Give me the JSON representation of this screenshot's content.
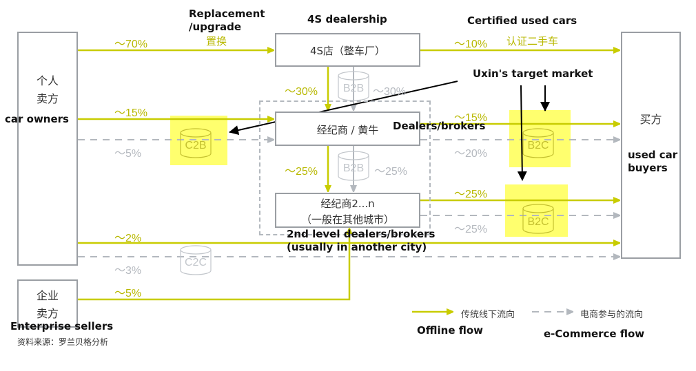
{
  "colors": {
    "offline_flow": "#c8cc00",
    "ecommerce_flow": "#b3b8be",
    "highlight": "#ffff66",
    "box_border": "#9a9ea3",
    "annotation": "#000000"
  },
  "nodes": {
    "individual_seller": {
      "cn_line1": "个人",
      "cn_line2": "卖方",
      "en": "car owners"
    },
    "enterprise_seller": {
      "cn_line1": "企业",
      "cn_line2": "卖方",
      "en": "Enterprise sellers"
    },
    "dealership_4s": {
      "cn": "4S店（整车厂）",
      "en": "4S dealership"
    },
    "dealer": {
      "cn": "经纪商 / 黄牛",
      "en": "Dealers/brokers"
    },
    "dealer_2n": {
      "cn_line1": "经纪商2...n",
      "cn_line2": "（一般在其他城市）",
      "en_line1": "2nd level dealers/brokers",
      "en_line2": "(usually in another city)"
    },
    "buyer": {
      "cn": "买方",
      "en_line1": "used car",
      "en_line2": "buyers"
    }
  },
  "flows": {
    "owner_to_4s": {
      "value": "～70%",
      "cn": "置换",
      "en_line1": "Replacement",
      "en_line2": "/upgrade",
      "type": "offline"
    },
    "owner_to_dealer": {
      "value": "～15%",
      "type": "offline"
    },
    "owner_to_dealer_c2b": {
      "value": "～5%",
      "platform": "C2B",
      "type": "ecommerce"
    },
    "owner_to_buyer": {
      "value": "～2%",
      "type": "offline"
    },
    "owner_to_buyer_c2c": {
      "value": "～3%",
      "platform": "C2C",
      "type": "ecommerce"
    },
    "enterprise_to_dealer2": {
      "value": "～5%",
      "type": "offline"
    },
    "4s_to_buyer": {
      "value": "～10%",
      "cn": "认证二手车",
      "en": "Certified used cars",
      "type": "offline"
    },
    "4s_to_dealer": {
      "value": "～30%",
      "type": "offline"
    },
    "4s_to_dealer_b2b": {
      "value": "～30%",
      "platform": "B2B",
      "type": "ecommerce"
    },
    "dealer_to_dealer2": {
      "value": "～25%",
      "type": "offline"
    },
    "dealer_to_dealer2_b2b": {
      "value": "～25%",
      "platform": "B2B",
      "type": "ecommerce"
    },
    "dealer_to_buyer": {
      "value": "～15%",
      "type": "offline"
    },
    "dealer_to_buyer_b2c": {
      "value": "～20%",
      "platform": "B2C",
      "type": "ecommerce"
    },
    "dealer2_to_buyer": {
      "value": "～25%",
      "type": "offline"
    },
    "dealer2_to_buyer_b2c": {
      "value": "～25%",
      "platform": "B2C",
      "type": "ecommerce"
    }
  },
  "annotations": {
    "target_market": "Uxin's target market"
  },
  "legend": {
    "offline_cn": "传统线下流向",
    "offline_en": "Offline flow",
    "ecommerce_cn": "电商参与的流向",
    "ecommerce_en": "e-Commerce flow"
  },
  "source": "资料来源：罗兰贝格分析"
}
